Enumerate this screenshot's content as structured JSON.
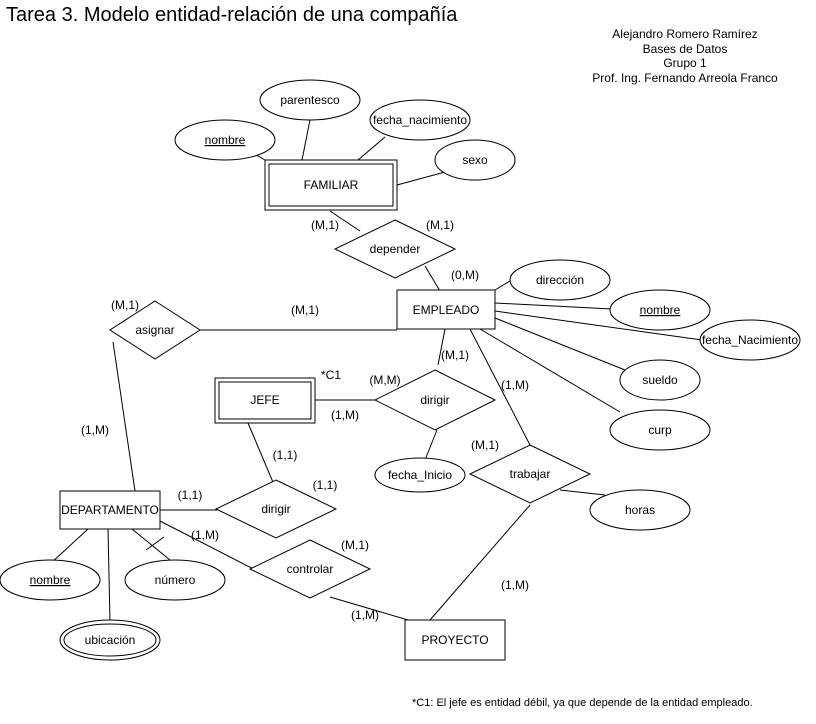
{
  "title": "Tarea 3. Modelo entidad-relación de una compañía",
  "author_block": {
    "name": "Alejandro Romero Ramírez",
    "course": "Bases de Datos",
    "group": "Grupo 1",
    "professor": "Prof. Ing. Fernando Arreola Franco"
  },
  "entities": {
    "familiar": "FAMILIAR",
    "empleado": "EMPLEADO",
    "jefe": "JEFE",
    "departamento": "DEPARTAMENTO",
    "proyecto": "PROYECTO"
  },
  "relationships": {
    "depender": "depender",
    "asignar": "asignar",
    "dirigir_empleado_jefe": "dirigir",
    "dirigir_jefe_departamento": "dirigir",
    "trabajar": "trabajar",
    "controlar": "controlar"
  },
  "attributes": {
    "familiar_nombre": "nombre",
    "parentesco": "parentesco",
    "fecha_nacimiento": "fecha_nacimiento",
    "sexo": "sexo",
    "direccion": "dirección",
    "empleado_nombre": "nombre",
    "fecha_Nacimiento": "fecha_Nacimiento",
    "sueldo": "sueldo",
    "curp": "curp",
    "fecha_Inicio": "fecha_Inicio",
    "horas": "horas",
    "departamento_nombre": "nombre",
    "numero": "número",
    "ubicacion": "ubicación"
  },
  "cardinalities": {
    "familiar_depender": "(M,1)",
    "depender_right": "(M,1)",
    "empleado_depender": "(0,M)",
    "asignar_top": "(M,1)",
    "asignar_empleado": "(M,1)",
    "asignar_departamento": "(1,M)",
    "empleado_dirigir": "(M,1)",
    "dirigir_left": "(M,M)",
    "jefe_dirigir": "(1,M)",
    "jefe_dirigir_depto": "(1,1)",
    "dirigir_depto_right": "(1,1)",
    "departamento_dirigir": "(1,1)",
    "empleado_trabajar": "(1,M)",
    "trabajar_left": "(M,1)",
    "trabajar_proyecto": "(1,M)",
    "departamento_controlar": "(1,M)",
    "controlar_top": "(M,1)",
    "controlar_proyecto": "(1,M)"
  },
  "note_marker": "*C1",
  "footnote": "*C1: El jefe es entidad débil, ya que depende de la entidad empleado."
}
